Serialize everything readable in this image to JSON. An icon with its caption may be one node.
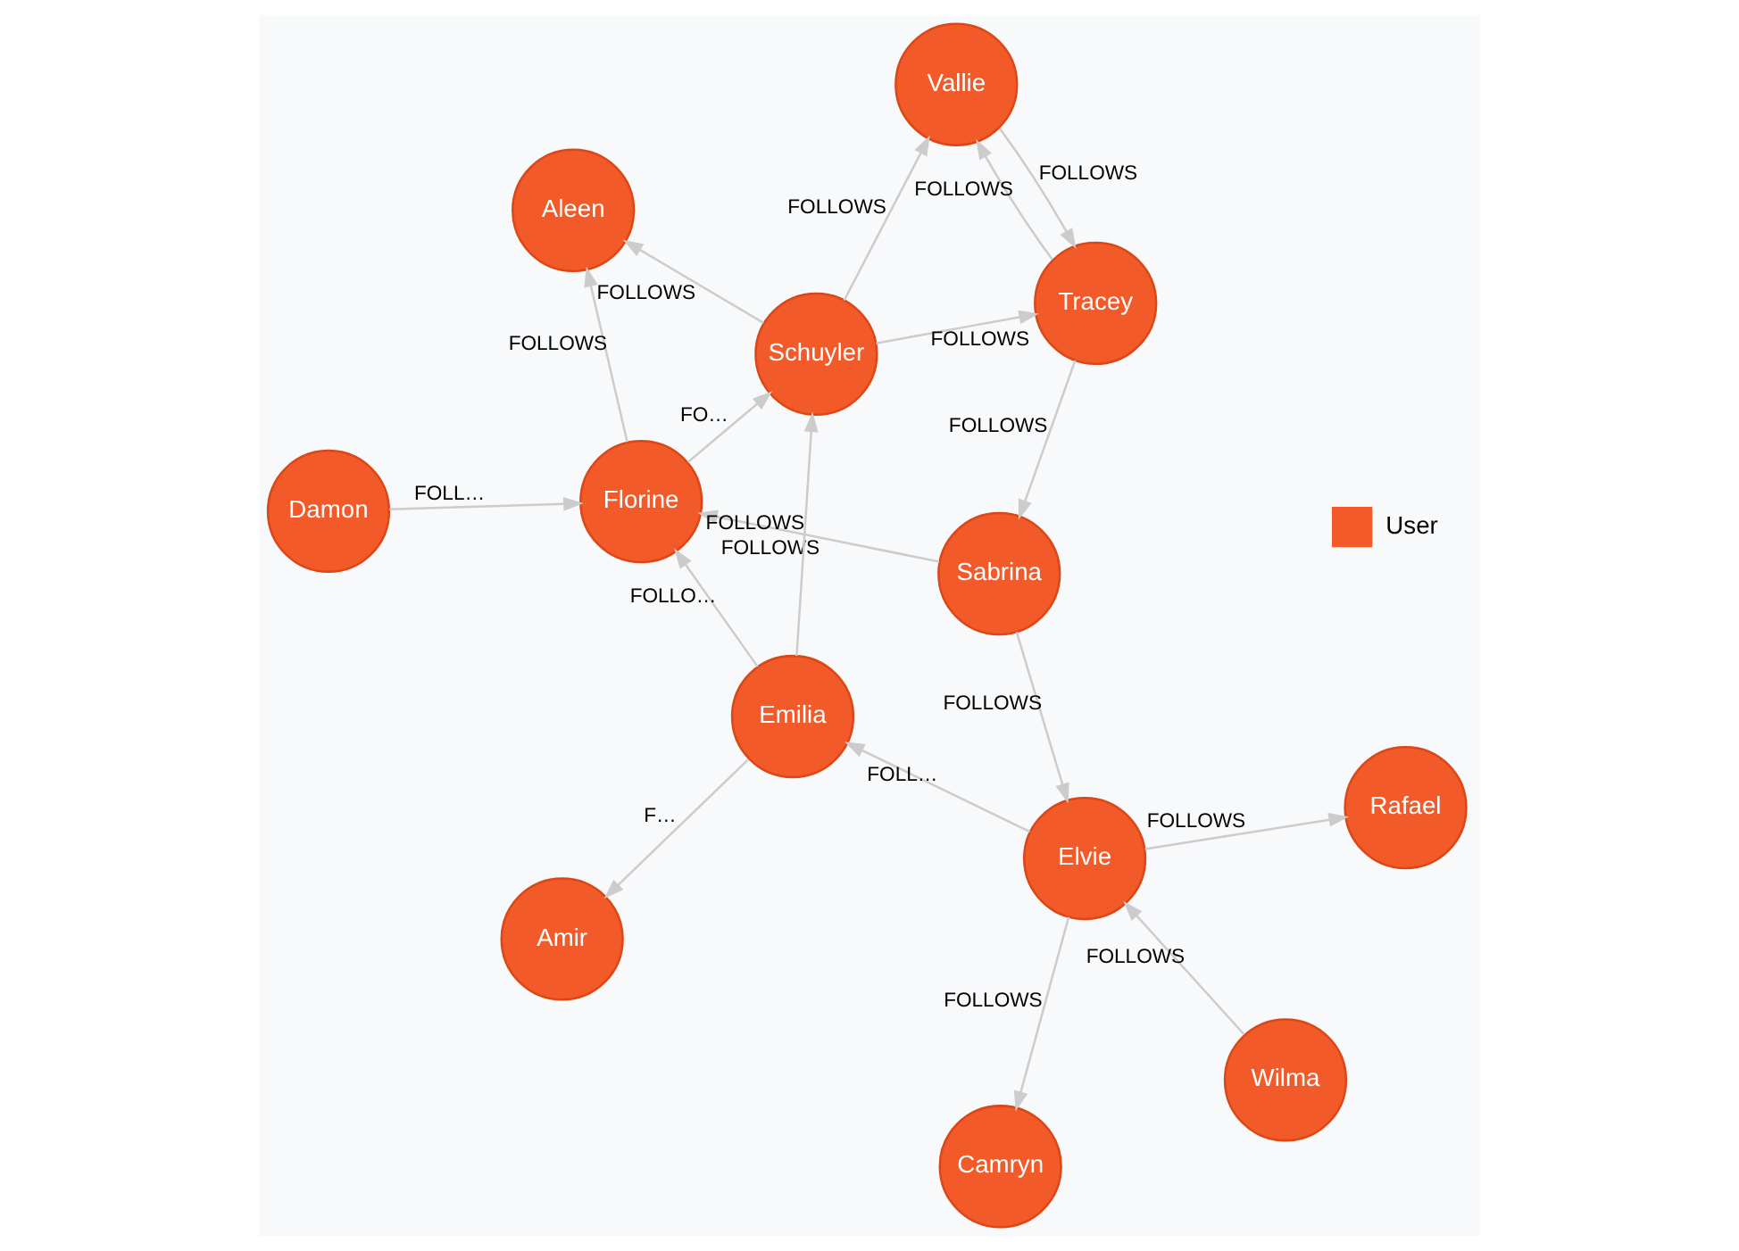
{
  "diagram": {
    "nodes": [
      {
        "text": [
          "Tracey"
        ]
      },
      {
        "text": [
          "Vallie"
        ]
      },
      {
        "text": [
          "Damon"
        ]
      },
      {
        "text": [
          "Aleen"
        ]
      },
      {
        "text": [
          "Sabrina"
        ]
      },
      {
        "text": [
          "Florine"
        ]
      },
      {
        "text": [
          "Amir"
        ]
      },
      {
        "text": [
          "Schuyler"
        ]
      },
      {
        "text": [
          "Elvie"
        ]
      },
      {
        "text": [
          "Wilma"
        ]
      },
      {
        "text": [
          "Emilia"
        ]
      },
      {
        "text": [
          "Camryn"
        ]
      },
      {
        "text": [
          "Rafael"
        ]
      }
    ],
    "edges": [
      {
        "from": 0,
        "to": 4,
        "arrow": "to",
        "label": "FOLLOWS"
      },
      {
        "from": 0,
        "to": 1,
        "arrow": "to",
        "label": "FOLLOWS"
      },
      {
        "from": 1,
        "to": 0,
        "arrow": "to",
        "label": "FOLLOWS"
      },
      {
        "from": 7,
        "to": 0,
        "arrow": "to",
        "label": "FOLLOWS"
      },
      {
        "from": 7,
        "to": 1,
        "arrow": "to",
        "label": "FOLLOWS"
      },
      {
        "from": 7,
        "to": 3,
        "arrow": "to",
        "label": "FOLLOWS"
      },
      {
        "from": 5,
        "to": 3,
        "arrow": "to",
        "label": "FOLLOWS"
      },
      {
        "from": 2,
        "to": 5,
        "arrow": "to",
        "label": "FOLL…"
      },
      {
        "from": 4,
        "to": 5,
        "arrow": "to",
        "label": "FOLLOWS"
      },
      {
        "from": 4,
        "to": 8,
        "arrow": "to",
        "label": "FOLLOWS"
      },
      {
        "from": 5,
        "to": 7,
        "arrow": "to",
        "label": "FO…"
      },
      {
        "from": 10,
        "to": 5,
        "arrow": "to",
        "label": "FOLLO…"
      },
      {
        "from": 10,
        "to": 6,
        "arrow": "to",
        "label": "F…"
      },
      {
        "from": 10,
        "to": 7,
        "arrow": "to",
        "label": "FOLLOWS"
      },
      {
        "from": 8,
        "to": 10,
        "arrow": "to",
        "label": "FOLL…"
      },
      {
        "from": 9,
        "to": 8,
        "arrow": "to",
        "label": "FOLLOWS"
      },
      {
        "from": 8,
        "to": 11,
        "arrow": "to",
        "label": "FOLLOWS"
      },
      {
        "from": 8,
        "to": 12,
        "arrow": "to",
        "label": "FOLLOWS"
      }
    ],
    "legend": [
      {
        "text": "User",
        "color": "#f25a29"
      }
    ]
  }
}
